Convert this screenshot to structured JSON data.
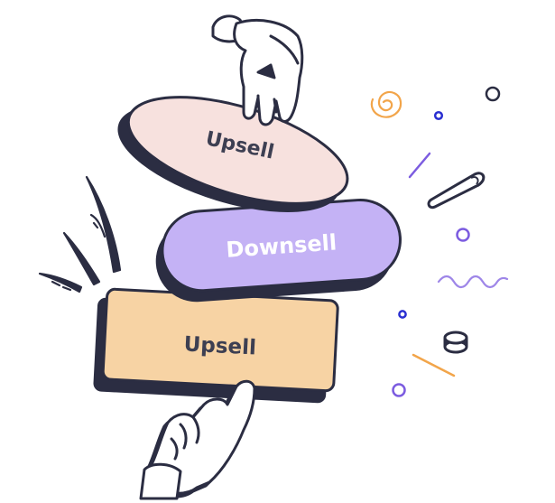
{
  "illustration": {
    "blocks": [
      {
        "label": "Upsell",
        "fill": "#F7E1DE"
      },
      {
        "label": "Downsell",
        "fill": "#C4B2F5"
      },
      {
        "label": "Upsell",
        "fill": "#F7D3A4"
      }
    ],
    "colors": {
      "outline": "#2B2D42",
      "shadow": "#3A3C4E",
      "hand": "#FFFFFF",
      "label_dark": "#3D3F52",
      "label_light": "#FFFFFF",
      "accent_purple": "#7C5CE0",
      "accent_blue": "#2A2FD1",
      "accent_orange": "#F2A54A"
    },
    "icons": [
      "open-hand-icon",
      "pointing-hand-icon",
      "spiral-icon",
      "ring-icon",
      "squiggle-icon",
      "coin-icon",
      "motion-lines-icon",
      "stick-icon"
    ]
  }
}
